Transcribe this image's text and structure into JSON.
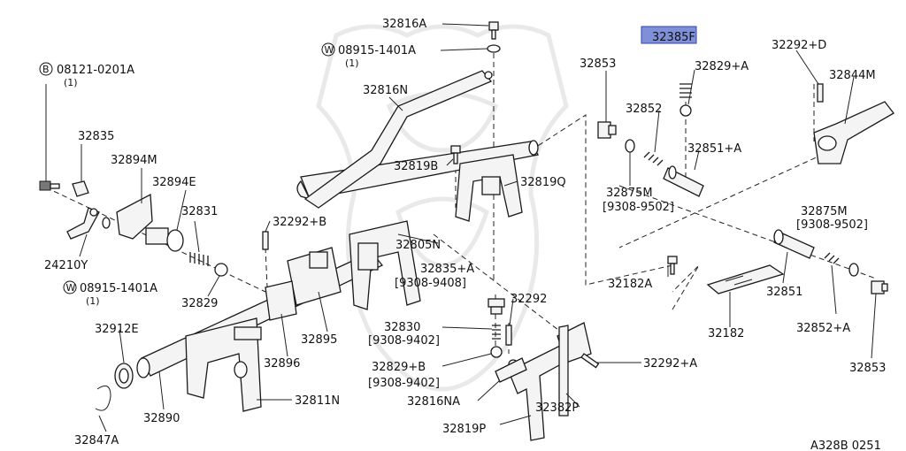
{
  "highlight": {
    "part_number": "32385F",
    "color": "#7f8fd8"
  },
  "diagram_code": "A328B 0251",
  "labels": {
    "p32816A": "32816A",
    "p08915_top": "08915-1401A",
    "p08915_top_qty": "(1)",
    "p08121": "08121-0201A",
    "p08121_qty": "(1)",
    "p32816N": "32816N",
    "p32835": "32835",
    "p32894M": "32894M",
    "p32894E": "32894E",
    "p32831": "32831",
    "p24210Y": "24210Y",
    "p08915_bot": "08915-1401A",
    "p08915_bot_qty": "(1)",
    "p32829": "32829",
    "p32292B": "32292+B",
    "p32819B": "32819B",
    "p32819Q": "32819Q",
    "p32805N": "32805N",
    "p32835A": "32835+A",
    "p32835A_range": "[9308-9408]",
    "p32292": "32292",
    "p32830": "32830",
    "p32830_range": "[9308-9402]",
    "p32829B": "32829+B",
    "p32829B_range": "[9308-9402]",
    "p32895": "32895",
    "p32896": "32896",
    "p32912E": "32912E",
    "p32811N": "32811N",
    "p32890": "32890",
    "p32847A": "32847A",
    "p32816NA": "32816NA",
    "p32382P": "32382P",
    "p32819P": "32819P",
    "p32292A": "32292+A",
    "p32853_top": "32853",
    "p32829A": "32829+A",
    "p32852": "32852",
    "p32851A": "32851+A",
    "p32875M_top": "32875M",
    "p32875M_top_range": "[9308-9502]",
    "p32292D": "32292+D",
    "p32844M": "32844M",
    "p32875M_right": "32875M",
    "p32875M_right_range": "[9308-9502]",
    "p32182A": "32182A",
    "p32182": "32182",
    "p32851": "32851",
    "p32852A": "32852+A",
    "p32853_bot": "32853"
  },
  "icons": {
    "washer_symbol": "W",
    "bolt_symbol": "B"
  }
}
